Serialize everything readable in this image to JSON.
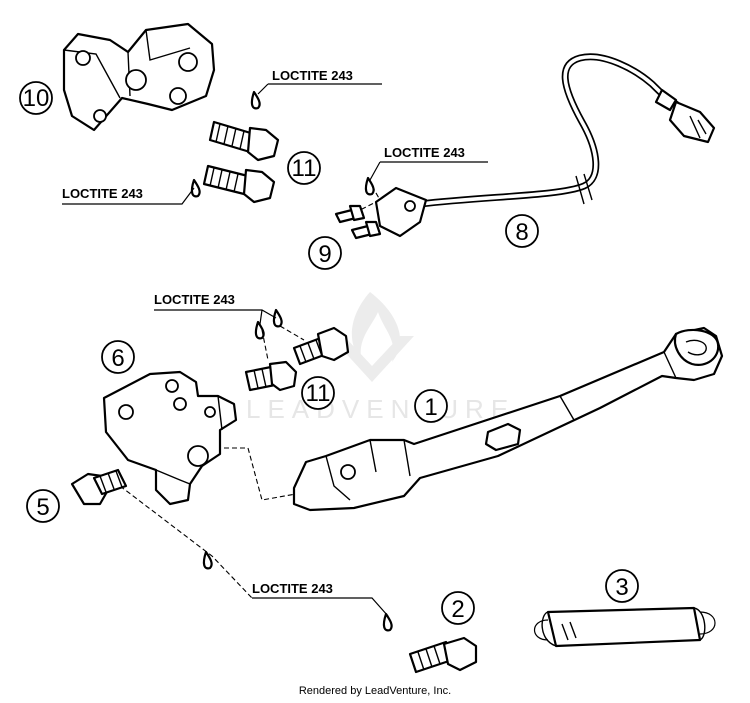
{
  "watermark": "LEADVENTURE",
  "footer": "Rendered by LeadVenture, Inc.",
  "callouts": {
    "loctite_label": "LOCTITE 243",
    "n1": "1",
    "n2": "2",
    "n3": "3",
    "n5": "5",
    "n6": "6",
    "n8": "8",
    "n9": "9",
    "n10": "10",
    "n11": "11"
  }
}
